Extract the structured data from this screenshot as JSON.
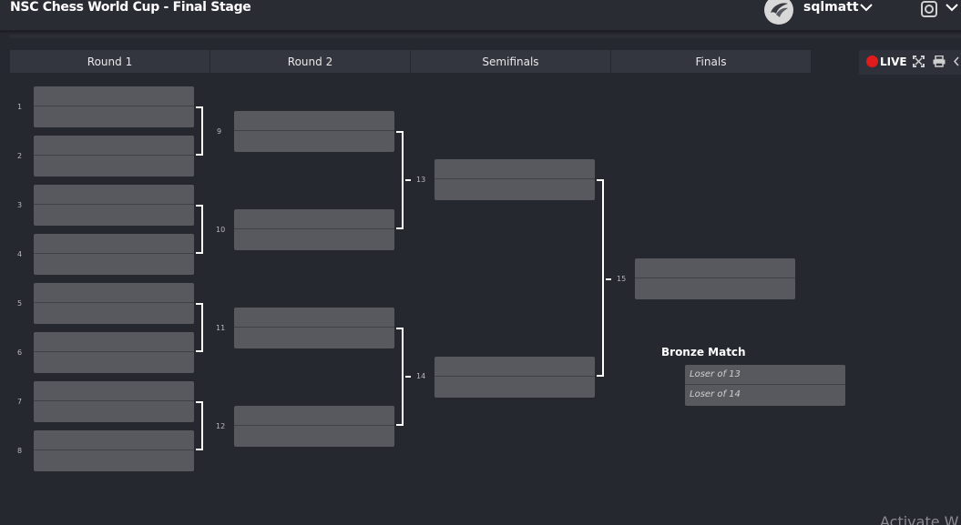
{
  "header": {
    "title": "NSC Chess World Cup - Final Stage",
    "username": "sqlmatt",
    "avatar_icon": "bird-logo-icon",
    "settings_icon": "settings-icon"
  },
  "rounds": [
    "Round 1",
    "Round 2",
    "Semifinals",
    "Finals"
  ],
  "toolbar": {
    "live_label": "LIVE",
    "live_color": "#e01b1b",
    "icons": [
      "fullscreen-icon",
      "print-icon",
      "chevron-left-icon"
    ]
  },
  "seeds": [
    "1",
    "2",
    "3",
    "4",
    "5",
    "6",
    "7",
    "8"
  ],
  "round2_match_numbers": [
    "9",
    "10",
    "11",
    "12"
  ],
  "semifinal_match_numbers": [
    "13",
    "14"
  ],
  "final_match_number": "15",
  "bronze": {
    "title": "Bronze Match",
    "slot1": "Loser of 13",
    "slot2": "Loser of 14"
  },
  "watermark": "Activate W"
}
